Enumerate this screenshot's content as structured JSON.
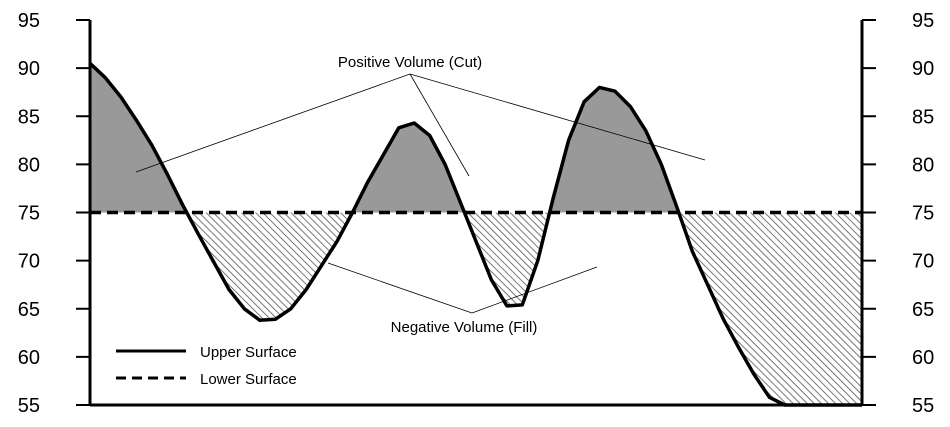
{
  "chart_data": {
    "type": "area",
    "ylim": [
      55,
      95
    ],
    "yticks": [
      55,
      60,
      65,
      70,
      75,
      80,
      85,
      90,
      95
    ],
    "xlim": [
      0,
      100
    ],
    "series": [
      {
        "name": "Upper Surface",
        "style": "solid",
        "x": [
          0,
          2,
          4,
          6,
          8,
          10,
          12,
          14,
          16,
          18,
          20,
          22,
          24,
          26,
          28,
          30,
          32,
          34,
          36,
          38,
          40,
          42,
          44,
          46,
          48,
          50,
          52,
          54,
          56,
          58,
          60,
          62,
          64,
          66,
          68,
          70,
          72,
          74,
          76,
          78,
          80,
          82,
          84,
          86,
          88,
          90,
          92,
          94,
          96,
          98,
          100
        ],
        "values": [
          90.5,
          89.0,
          87.0,
          84.6,
          82.0,
          79.0,
          75.8,
          72.8,
          69.9,
          67.0,
          65.0,
          63.8,
          63.9,
          65.0,
          67.0,
          69.5,
          72.0,
          75.0,
          78.2,
          81.0,
          83.8,
          84.3,
          83.0,
          80.0,
          76.0,
          72.0,
          68.0,
          65.3,
          65.4,
          70.0,
          76.5,
          82.5,
          86.5,
          88.0,
          87.6,
          86.0,
          83.5,
          80.0,
          75.6,
          71.0,
          67.5,
          64.0,
          61.0,
          58.2,
          55.8,
          55.0,
          55.0,
          55.0,
          55.0,
          55.0,
          55.0
        ]
      },
      {
        "name": "Lower Surface",
        "style": "dashed",
        "x": [
          0,
          100
        ],
        "values": [
          75,
          75
        ]
      }
    ],
    "regions": [
      {
        "label": "Positive Volume (Cut)",
        "fill": "#999999"
      },
      {
        "label": "Negative Volume (Fill)",
        "fill": "hatched"
      }
    ],
    "legend": {
      "position": "bottom-left",
      "entries": [
        "Upper Surface",
        "Lower Surface"
      ]
    },
    "grid": false
  },
  "colors": {
    "line": "#000000",
    "cut_fill": "#999999",
    "hatch": "#555555",
    "background": "#ffffff"
  }
}
